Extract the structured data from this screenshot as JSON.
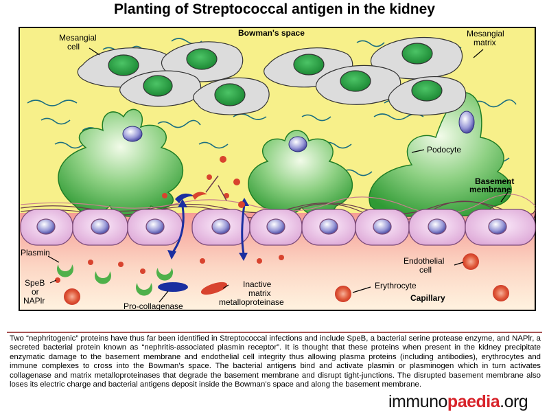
{
  "title": "Planting of Streptococcal antigen in the kidney",
  "labels": {
    "bowmans_space": "Bowman's space",
    "mesangial_cell_line1": "Mesangial",
    "mesangial_cell_line2": "cell",
    "mesangial_matrix_line1": "Mesangial",
    "mesangial_matrix_line2": "matrix",
    "podocyte": "Podocyte",
    "basement_membrane_line1": "Basement",
    "basement_membrane_line2": "membrane",
    "plasmin": "Plasmin",
    "speb_line1": "SpeB",
    "speb_line2": "or",
    "speb_line3": "NAPlr",
    "pro_collagenase": "Pro-collagenase",
    "inactive_mmp_line1": "Inactive",
    "inactive_mmp_line2": "matrix",
    "inactive_mmp_line3": "metalloproteinase",
    "endothelial_line1": "Endothelial",
    "endothelial_line2": "cell",
    "erythrocyte": "Erythrocyte",
    "capillary": "Capillary"
  },
  "caption": "Two “nephritogenic” proteins have thus far been identified in Streptococcal infections and include SpeB, a bacterial serine protease enzyme, and NAPlr, a secreted bacterial protein known as “nephritis-associated plasmin receptor”.  It is thought that these proteins when present in the kidney precipitate enzymatic damage to the basement membrane and endothelial cell integrity thus allowing plasma proteins (including antibodies), erythrocytes and immune complexes to cross into the Bowman’s space. The bacterial antigens bind and activate plasmin or plasminogen which in turn activates collagenase and matrix metalloproteinases that degrade the basement membrane and disrupt tight-junctions. The disrupted basement membrane also loses its electric charge and bacterial antigens deposit inside the Bowman’s space and along the basement membrane.",
  "brand": {
    "part1": "immuno",
    "part2": "paedia",
    "part3": ".org"
  },
  "colors": {
    "bowman": "#f7f08a",
    "capillary_top": "#f6a9a0",
    "capillary_bottom": "#fff2df",
    "podocyte": "#3ca83a",
    "mesangial": "#d9d9d9",
    "nucleus": "#2e9e45",
    "endothelial": "#e7b7e0",
    "erythrocyte": "#d8432e",
    "brand_accent": "#d8232a"
  }
}
